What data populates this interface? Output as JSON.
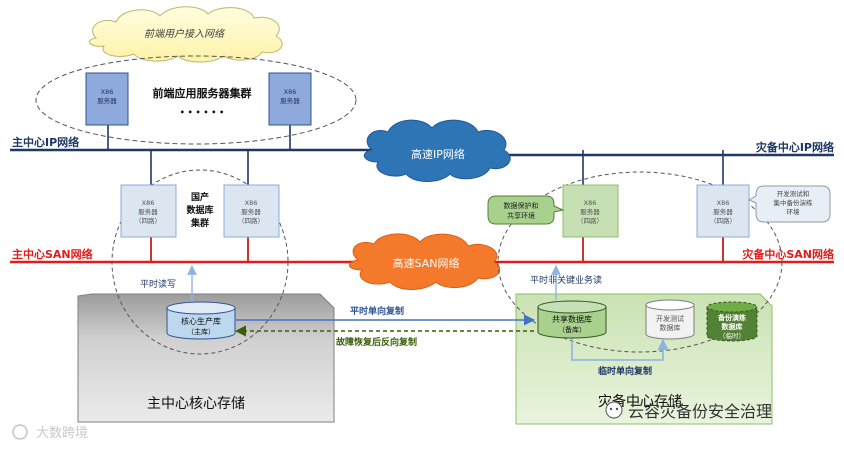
{
  "title": "",
  "cloud_top": {
    "label": "前端用户接入网络"
  },
  "front_cluster": {
    "label": "前端应用服务器集群",
    "dots": "• • • • • •"
  },
  "server_text": {
    "line1": "X86",
    "line2": "服务器",
    "line3": "（四路）"
  },
  "networks": {
    "main_ip": "主中心IP网络",
    "dr_ip": "灾备中心IP网络",
    "main_san": "主中心SAN网络",
    "dr_san": "灾备中心SAN网络",
    "wan_ip": "高速IP网络",
    "wan_san": "高速SAN网络"
  },
  "db_cluster": {
    "line1": "国产",
    "line2": "数据库",
    "line3": "集群"
  },
  "callouts": {
    "data_protection": {
      "line1": "数据保护和",
      "line2": "共享环境"
    },
    "dev_test": {
      "line1": "开发测试和",
      "line2": "集中备份演练",
      "line3": "环境"
    }
  },
  "flows": {
    "normal_rw": "平时读写",
    "normal_nonkey": "平时非关键业务读",
    "normal_replication": "平时单向复制",
    "failback": "故障恢复后反向复制",
    "temp_replication": "临时单向复制"
  },
  "databases": {
    "core": {
      "line1": "核心生产库",
      "line2": "（主库）"
    },
    "shared": {
      "line1": "共享数据库",
      "line2": "（备库）"
    },
    "devtest": {
      "line1": "开发测试",
      "line2": "数据库"
    },
    "drill": {
      "line1": "备份演练",
      "line2": "数据库",
      "line3": "（临时）"
    }
  },
  "storage": {
    "main": "主中心核心存储",
    "dr": "灾备中心存储"
  },
  "watermarks": {
    "left": "大数跨境",
    "right": "云容灾备份安全治理"
  },
  "colors": {
    "ip_line": "#1f3864",
    "san_line": "#e31b1b",
    "server_top": "#8ea9db",
    "server_light": "#dce6f1",
    "server_green": "#c6e0b4",
    "cloud_blue": "#2e75b6",
    "cloud_orange": "#f4792b",
    "db_green": "#70ad47",
    "flow_blue": "#4472c4",
    "flow_dark_green": "#3a5f0b"
  }
}
